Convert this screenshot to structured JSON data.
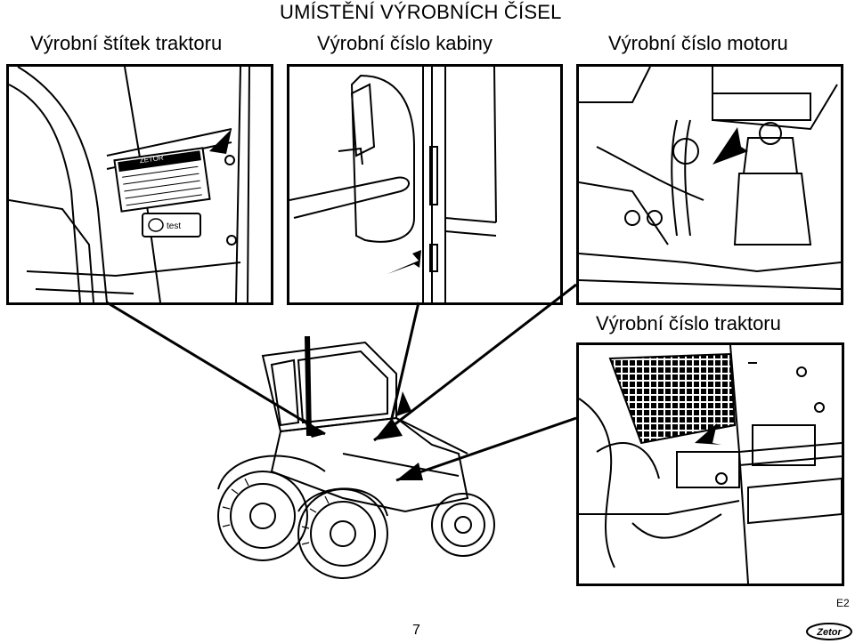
{
  "page": {
    "title": "UMÍSTĚNÍ VÝROBNÍCH ČÍSEL",
    "code": "E2",
    "page_number": "7"
  },
  "panels": {
    "plate": {
      "caption": "Výrobní štítek traktoru",
      "plate_brand": "ZETOR",
      "cert_mark": "test"
    },
    "cab": {
      "caption": "Výrobní číslo kabiny"
    },
    "engine": {
      "caption": "Výrobní číslo motoru"
    },
    "tractor": {
      "caption": "Výrobní číslo traktoru"
    }
  },
  "logo": {
    "text": "Zetor"
  },
  "colors": {
    "ink": "#000000",
    "paper": "#ffffff"
  }
}
